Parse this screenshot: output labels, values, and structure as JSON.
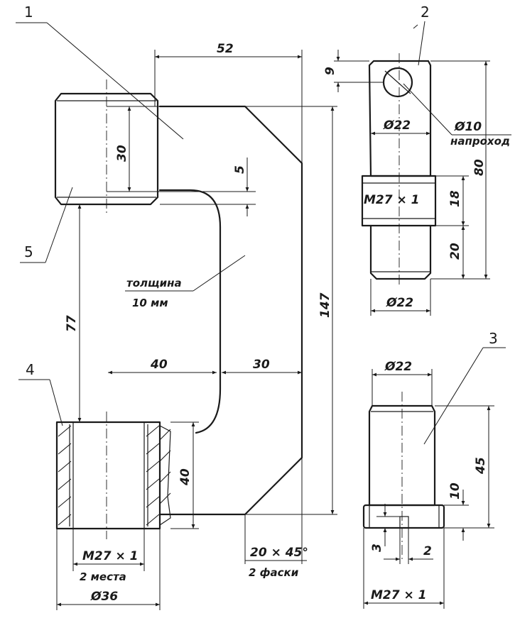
{
  "parts": {
    "p1": "1",
    "p2": "2",
    "p3": "3",
    "p4": "4",
    "p5": "5"
  },
  "dimensions": {
    "d52": "52",
    "d30_left": "30",
    "d5": "5",
    "d147": "147",
    "d77": "77",
    "d40_horizontal": "40",
    "d30_horizontal": "30",
    "d40_vertical": "40",
    "d9": "9",
    "d10_hole": "Ø10",
    "d22_top": "Ø22",
    "d80": "80",
    "d18": "18",
    "d20": "20",
    "d22_mid": "Ø22",
    "d22_part3": "Ø22",
    "d45": "45",
    "d10_part3": "10",
    "d3": "3",
    "d2": "2",
    "d36": "Ø36"
  },
  "notes": {
    "thickness_line1": "толщина",
    "thickness_line2": "10 мм",
    "through_hole": "напроход",
    "thread_part2": "M27 × 1",
    "thread_part4_line1": "M27 × 1",
    "thread_part4_line2": "2 места",
    "chamfer_line1": "20 × 45°",
    "chamfer_line2": "2 фаски",
    "thread_part3": "M27 × 1"
  }
}
